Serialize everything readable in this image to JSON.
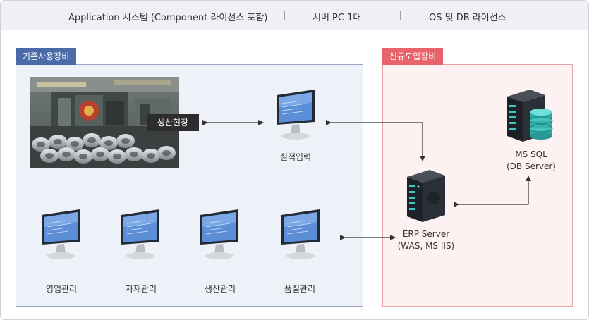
{
  "header": {
    "item1": "Application 시스템 (Component 라이선스 포함)",
    "item2": "서버 PC 1대",
    "item3": "OS 및 DB 라이선스"
  },
  "left_panel": {
    "title": "기존사용장비"
  },
  "right_panel": {
    "title": "신규도입장비"
  },
  "production_site": {
    "label": "생산현장"
  },
  "workstations": {
    "performance_input": "실적입력",
    "sales": "영업관리",
    "materials": "자재관리",
    "production": "생산관리",
    "quality": "품질관리"
  },
  "servers": {
    "erp": {
      "name": "ERP Server",
      "detail": "(WAS, MS IIS)"
    },
    "db": {
      "name": "MS SQL",
      "detail": "(DB Server)"
    }
  },
  "colors": {
    "left_accent": "#4a6aa8",
    "right_accent": "#e8636b",
    "left_fill": "#eef1f8",
    "right_fill": "#fdf1f1",
    "arrow": "#333333"
  },
  "icons": [
    "monitor-icon",
    "server-icon",
    "database-icon",
    "factory-photo"
  ]
}
